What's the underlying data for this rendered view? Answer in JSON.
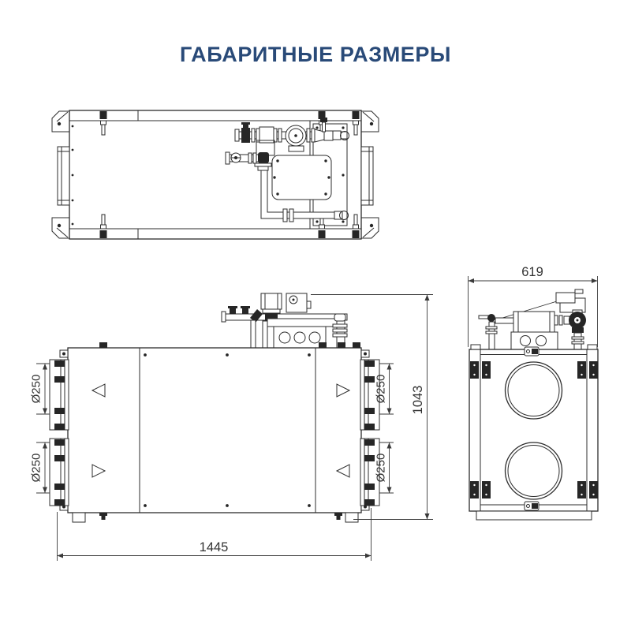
{
  "header": {
    "title": "ГАБАРИТНЫЕ РАЗМЕРЫ",
    "title_color": "#294a78"
  },
  "drawing": {
    "line_color": "#2c2c2c",
    "dimension_color": "#3a3a3a",
    "dimensions": {
      "overall_width": "1445",
      "overall_height": "1043",
      "overall_depth": "619",
      "ports": [
        "Ø250",
        "Ø250",
        "Ø250",
        "Ø250"
      ]
    }
  }
}
